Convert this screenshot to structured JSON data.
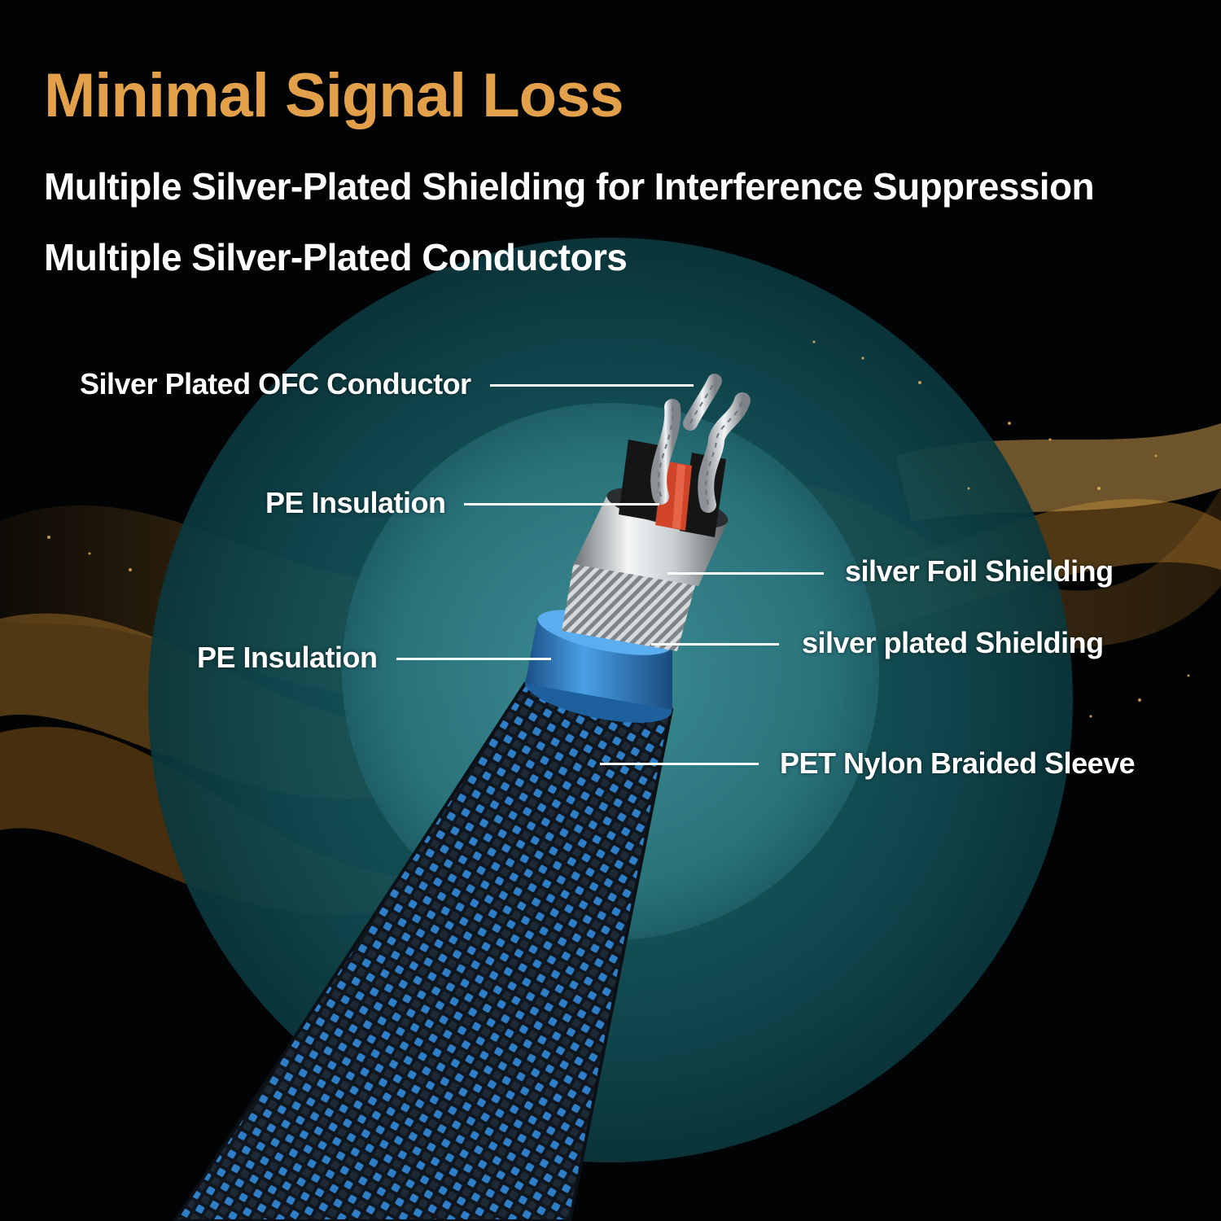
{
  "headline": "Minimal Signal Loss",
  "subheadings": [
    "Multiple Silver-Plated Shielding for Interference Suppression",
    "Multiple Silver-Plated Conductors"
  ],
  "callouts": [
    "Silver Plated OFC Conductor",
    "PE Insulation",
    "silver Foil Shielding",
    "silver plated Shielding",
    "PE Insulation",
    "PET Nylon Braided Sleeve"
  ],
  "colors": {
    "headline": "#e3a04b",
    "text": "#ffffff",
    "background": "#020304",
    "ring_outer": "#0e4a50",
    "ring_inner": "#2c7a82",
    "gold_wave": "#c9953d",
    "braid_blue": "#2f7fc8",
    "insulation_red": "#d0452a"
  }
}
